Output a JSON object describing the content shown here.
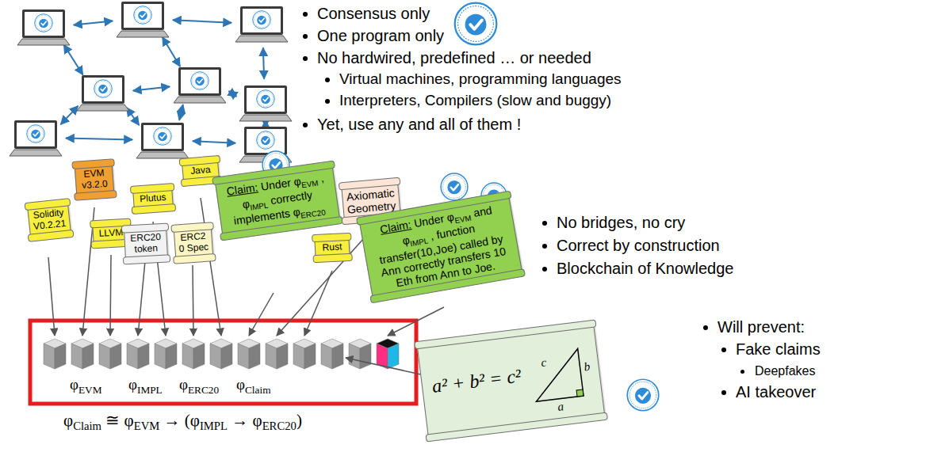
{
  "diagram": {
    "nodes": [
      {
        "text": [
          "EVM v3.2.0"
        ]
      },
      {
        "text": [
          "Solidity V0.2.21"
        ]
      },
      {
        "text": [
          "LLVM"
        ]
      },
      {
        "text": [
          "Plutus"
        ]
      },
      {
        "text": [
          "ERC20 token"
        ]
      },
      {
        "text": [
          "Java"
        ]
      },
      {
        "text": [
          "ERC20 Spec"
        ]
      },
      {
        "text": [
          "Claim:",
          "Under φEVM , φIMPL correctly implements φERC20"
        ]
      },
      {
        "text": [
          "Axiomatic Geometry"
        ]
      },
      {
        "text": [
          "Rust"
        ]
      },
      {
        "text": [
          "Claim:",
          "Under φEVM and φIMPL , function transfer(10,Joe) called by Ann correctly transfers 10 Eth from Ann to Joe."
        ]
      },
      {
        "text": [
          "a² + b² = c²",
          "c",
          "b",
          "a"
        ]
      }
    ],
    "labels": [
      "Consensus only",
      "One program only",
      "No hardwired, predefined … or needed",
      "Virtual machines, programming languages",
      "Interpreters, Compilers (slow and buggy)",
      "Yet, use any and all of them !",
      "No bridges, no cry",
      "Correct by construction",
      "Blockchain of Knowledge",
      "Will prevent:",
      "Fake claims",
      "Deepfakes",
      "AI takeover",
      "φEVM",
      "φIMPL",
      "φERC20",
      "φClaim",
      "φClaim ≅ φEVM → (φIMPL → φERC20)"
    ]
  }
}
